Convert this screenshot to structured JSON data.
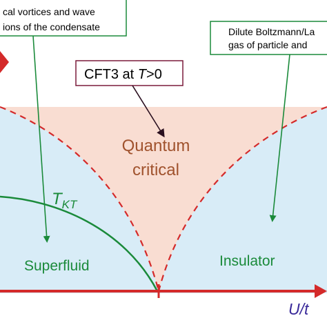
{
  "regions": {
    "quantum_critical": {
      "label_line1": "Quantum",
      "label_line2": "critical",
      "fill": "#f9ddd2",
      "text_color": "#a0522d"
    },
    "superfluid": {
      "label": "Superfluid",
      "fill": "#d8ecf7",
      "text_color": "#1a8a3a"
    },
    "insulator": {
      "label": "Insulator",
      "fill": "#d8ecf7",
      "text_color": "#1a8a3a"
    }
  },
  "annotations": {
    "left_box": {
      "line1": "cal vortices and wave",
      "line2": "ions of the condensate",
      "border": "#1a8a3a"
    },
    "right_box": {
      "line1": "Dilute Boltzmann/La",
      "line2": "gas of particle and",
      "border": "#1a8a3a"
    },
    "center_box": {
      "prefix": "CFT3 at ",
      "italic": "T",
      "suffix": ">0",
      "border": "#7a1a3a"
    }
  },
  "tkt_label": {
    "main": "T",
    "sub": "KT",
    "color": "#1a8a3a"
  },
  "axis": {
    "x_label": "U/t",
    "color": "#d42a2a",
    "label_color": "#3a2a9a"
  },
  "colors": {
    "crossover_dashed": "#d42a2a",
    "kt_curve": "#1a8a3a",
    "arrow_green": "#1a8a3a",
    "arrow_dark": "#5a1a3a"
  }
}
